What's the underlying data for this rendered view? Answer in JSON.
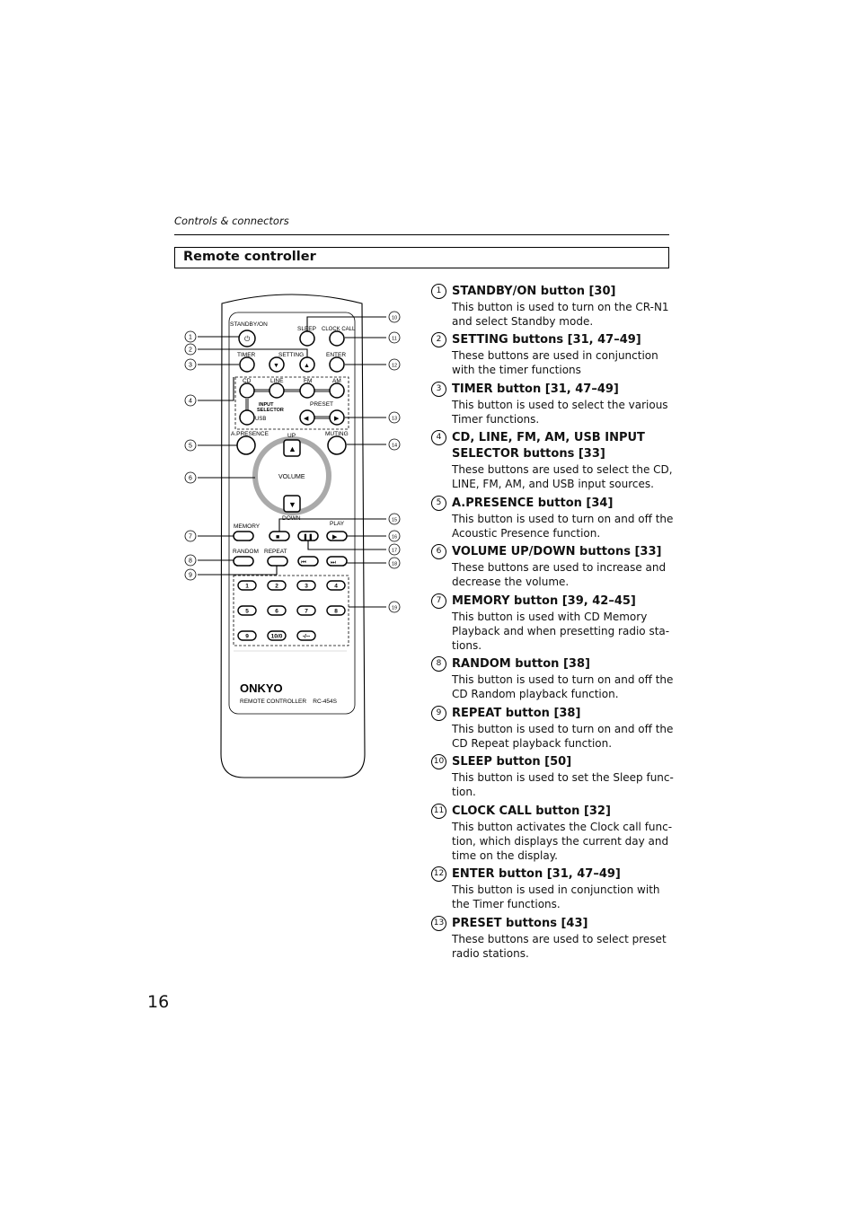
{
  "header": {
    "section": "Controls & connectors",
    "heading": "Remote controller"
  },
  "page_number": "16",
  "remote": {
    "brand": "ONKYO",
    "model_line": "REMOTE CONTROLLER    RC-454S",
    "labels": {
      "standby": "STANDBY/ON",
      "sleep": "SLEEP",
      "clock_call": "CLOCK CALL",
      "timer": "TIMER",
      "setting": "SETTING",
      "enter": "ENTER",
      "cd": "CD",
      "line": "LINE",
      "fm": "FM",
      "am": "AM",
      "input": "INPUT",
      "selector": "SELECTOR",
      "preset": "PRESET",
      "usb": "USB",
      "presence": "A.PRESENCE",
      "up": "UP",
      "muting": "MUTING",
      "volume": "VOLUME",
      "down": "DOWN",
      "play": "PLAY",
      "memory": "MEMORY",
      "random": "RANDOM",
      "repeat": "REPEAT"
    },
    "numpad": [
      "1",
      "2",
      "3",
      "4",
      "5",
      "6",
      "7",
      "8",
      "9",
      "10/0",
      "-/--"
    ],
    "callouts": [
      "1",
      "2",
      "3",
      "4",
      "5",
      "6",
      "7",
      "8",
      "9",
      "10",
      "11",
      "12",
      "13",
      "14",
      "15",
      "16",
      "17",
      "18",
      "19"
    ]
  },
  "items": [
    {
      "num": "1",
      "title": "STANDBY/ON button [30]",
      "body": "This button is used to turn on the CR-N1 and select Standby mode."
    },
    {
      "num": "2",
      "title": "SETTING buttons [31, 47–49]",
      "body": "These buttons are used in conjunction with the timer functions"
    },
    {
      "num": "3",
      "title": "TIMER button [31, 47–49]",
      "body": "This button is used to select the various Timer functions."
    },
    {
      "num": "4",
      "title": "CD, LINE, FM, AM, USB INPUT SELECTOR buttons [33]",
      "body": "These buttons are used to select the CD, LINE, FM, AM, and USB input sources."
    },
    {
      "num": "5",
      "title": "A.PRESENCE button [34]",
      "body": "This button is used to turn on and off the Acoustic Presence function."
    },
    {
      "num": "6",
      "title": "VOLUME UP/DOWN buttons [33]",
      "body": "These buttons are used to increase and decrease the volume."
    },
    {
      "num": "7",
      "title": "MEMORY button [39, 42–45]",
      "body": "This button is used with CD Memory Playback and when presetting radio sta-tions."
    },
    {
      "num": "8",
      "title": "RANDOM button [38]",
      "body": "This button is used to turn on and off the CD Random playback function."
    },
    {
      "num": "9",
      "title": "REPEAT button [38]",
      "body": "This button is used to turn on and off the CD Repeat playback function."
    },
    {
      "num": "10",
      "title": "SLEEP button [50]",
      "body": "This button is used to set the Sleep func-tion."
    },
    {
      "num": "11",
      "title": "CLOCK CALL button [32]",
      "body": "This button activates the Clock call func-tion, which displays the current day and time on the display."
    },
    {
      "num": "12",
      "title": "ENTER button [31, 47–49]",
      "body": "This button is used in conjunction with the Timer functions."
    },
    {
      "num": "13",
      "title": "PRESET buttons [43]",
      "body": "These buttons are used to select preset radio stations."
    }
  ]
}
